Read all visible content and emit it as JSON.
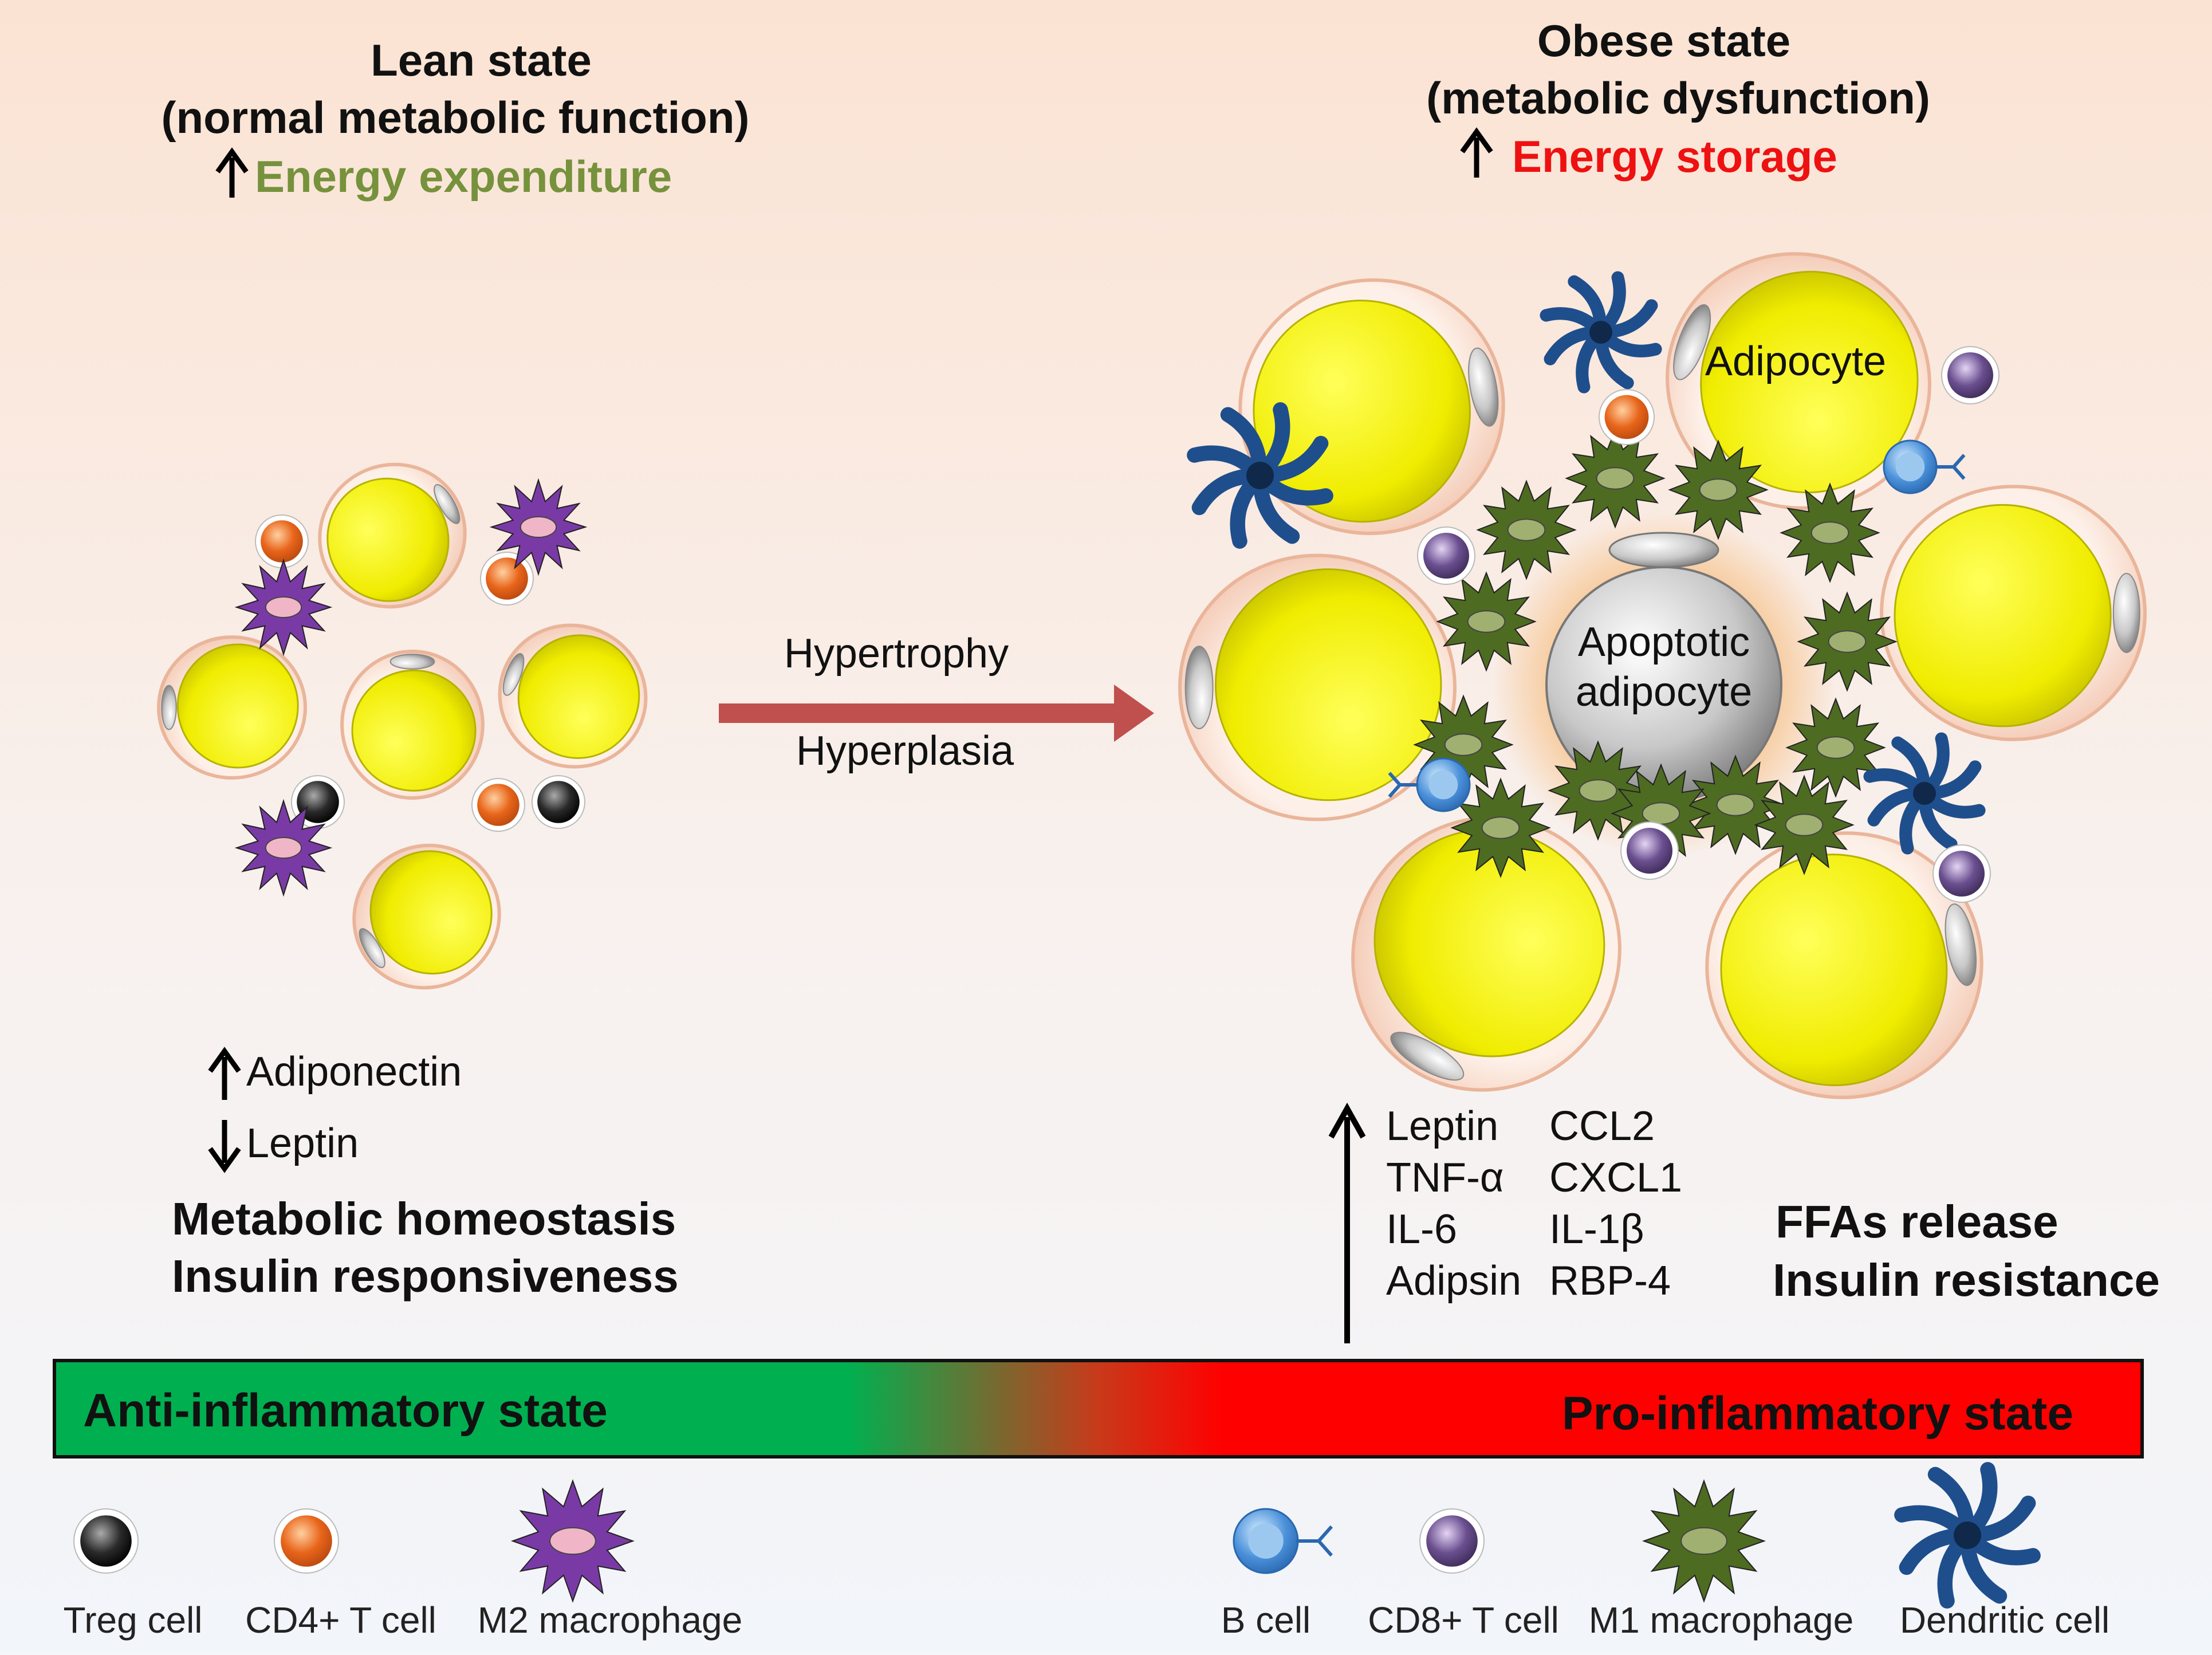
{
  "lean": {
    "title_line1": "Lean state",
    "title_line2": "(normal metabolic function)",
    "energy": "Energy expenditure",
    "adipokine_up": "Adiponectin",
    "adipokine_down": "Leptin",
    "outcome1": "Metabolic homeostasis",
    "outcome2": "Insulin responsiveness"
  },
  "obese": {
    "title_line1": "Obese state",
    "title_line2": "(metabolic dysfunction)",
    "energy": "Energy storage",
    "adipocyte_label": "Adipocyte",
    "apoptotic_line1": "Apoptotic",
    "apoptotic_line2": "adipocyte",
    "cytokines_left": [
      "Leptin",
      "TNF-α",
      "IL-6",
      "Adipsin"
    ],
    "cytokines_right": [
      "CCL2",
      "CXCL1",
      "IL-1β",
      "RBP-4"
    ],
    "outcome1": "FFAs release",
    "outcome2": "Insulin resistance"
  },
  "transition": {
    "top_label": "Hypertrophy",
    "bottom_label": "Hyperplasia"
  },
  "bar": {
    "left_label": "Anti-inflammatory state",
    "right_label": "Pro-inflammatory state"
  },
  "legend": {
    "treg": "Treg cell",
    "cd4": "CD4+ T cell",
    "m2": "M2 macrophage",
    "bcell": "B cell",
    "cd8": "CD8+ T cell",
    "m1": "M1 macrophage",
    "dendritic": "Dendritic cell"
  },
  "colors": {
    "adipocyte_fill": "#f4f40a",
    "cell_membrane": "#f8d8c8",
    "cd4_orange": "#e8651a",
    "treg_black": "#2a2a2a",
    "m2_purple": "#7a3aa6",
    "m1_green": "#4e6b22",
    "bcell_blue": "#4a90d9",
    "cd8_purple": "#6a4f8f",
    "dendritic_blue": "#1f4e8c",
    "anti_green": "#00b050",
    "pro_red": "#ff0000",
    "arrow_red": "#c0504d"
  },
  "icons": {
    "treg": "treg-cell-icon",
    "cd4": "cd4-t-cell-icon",
    "m2": "m2-macrophage-icon",
    "bcell": "b-cell-icon",
    "cd8": "cd8-t-cell-icon",
    "m1": "m1-macrophage-icon",
    "dendritic": "dendritic-cell-icon"
  }
}
